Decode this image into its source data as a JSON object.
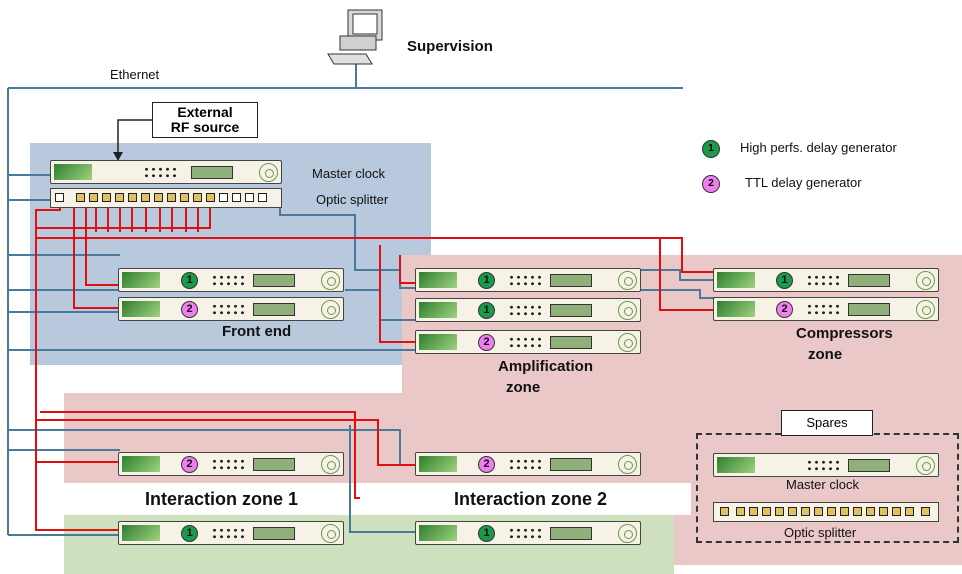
{
  "title": "",
  "network": {
    "ethernet_label": "Ethernet",
    "supervision_label": "Supervision"
  },
  "external_source": {
    "line1": "External",
    "line2": "RF source"
  },
  "legend": [
    {
      "marker": "1",
      "color": "#1a9a4a",
      "label": "High perfs. delay generator"
    },
    {
      "marker": "2",
      "color": "#f07ef0",
      "label": "TTL delay generator"
    }
  ],
  "zones": {
    "front_end": {
      "label": "Front end",
      "master_clock_label": "Master clock",
      "optic_splitter_label": "Optic splitter",
      "color": "#b8c9de"
    },
    "amplification": {
      "line1": "Amplification",
      "line2": "zone",
      "color": "#eac8c8"
    },
    "compressors": {
      "line1": "Compressors",
      "line2": "zone"
    },
    "interaction_1": {
      "label": "Interaction zone 1"
    },
    "interaction_2": {
      "label": "Interaction zone 2"
    },
    "interaction_lower_color": "#cfe0bf",
    "spares": {
      "title": "Spares",
      "master_clock_label": "Master clock",
      "optic_splitter_label": "Optic splitter"
    }
  },
  "link_colors": {
    "electrical": "#e01010",
    "network": "#4a7a9a"
  }
}
